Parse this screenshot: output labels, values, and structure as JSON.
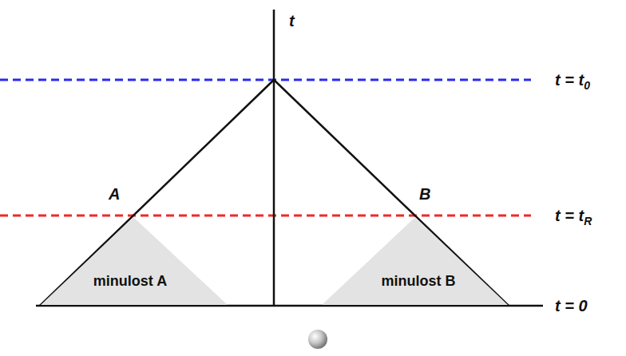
{
  "diagram": {
    "nodes": [
      {
        "text": [
          "minulost A"
        ]
      },
      {
        "text": [
          "minulost B"
        ]
      }
    ],
    "labels": [
      "t",
      "A",
      "B",
      "t = t",
      "0",
      "t = t",
      "R",
      "t = 0"
    ]
  }
}
